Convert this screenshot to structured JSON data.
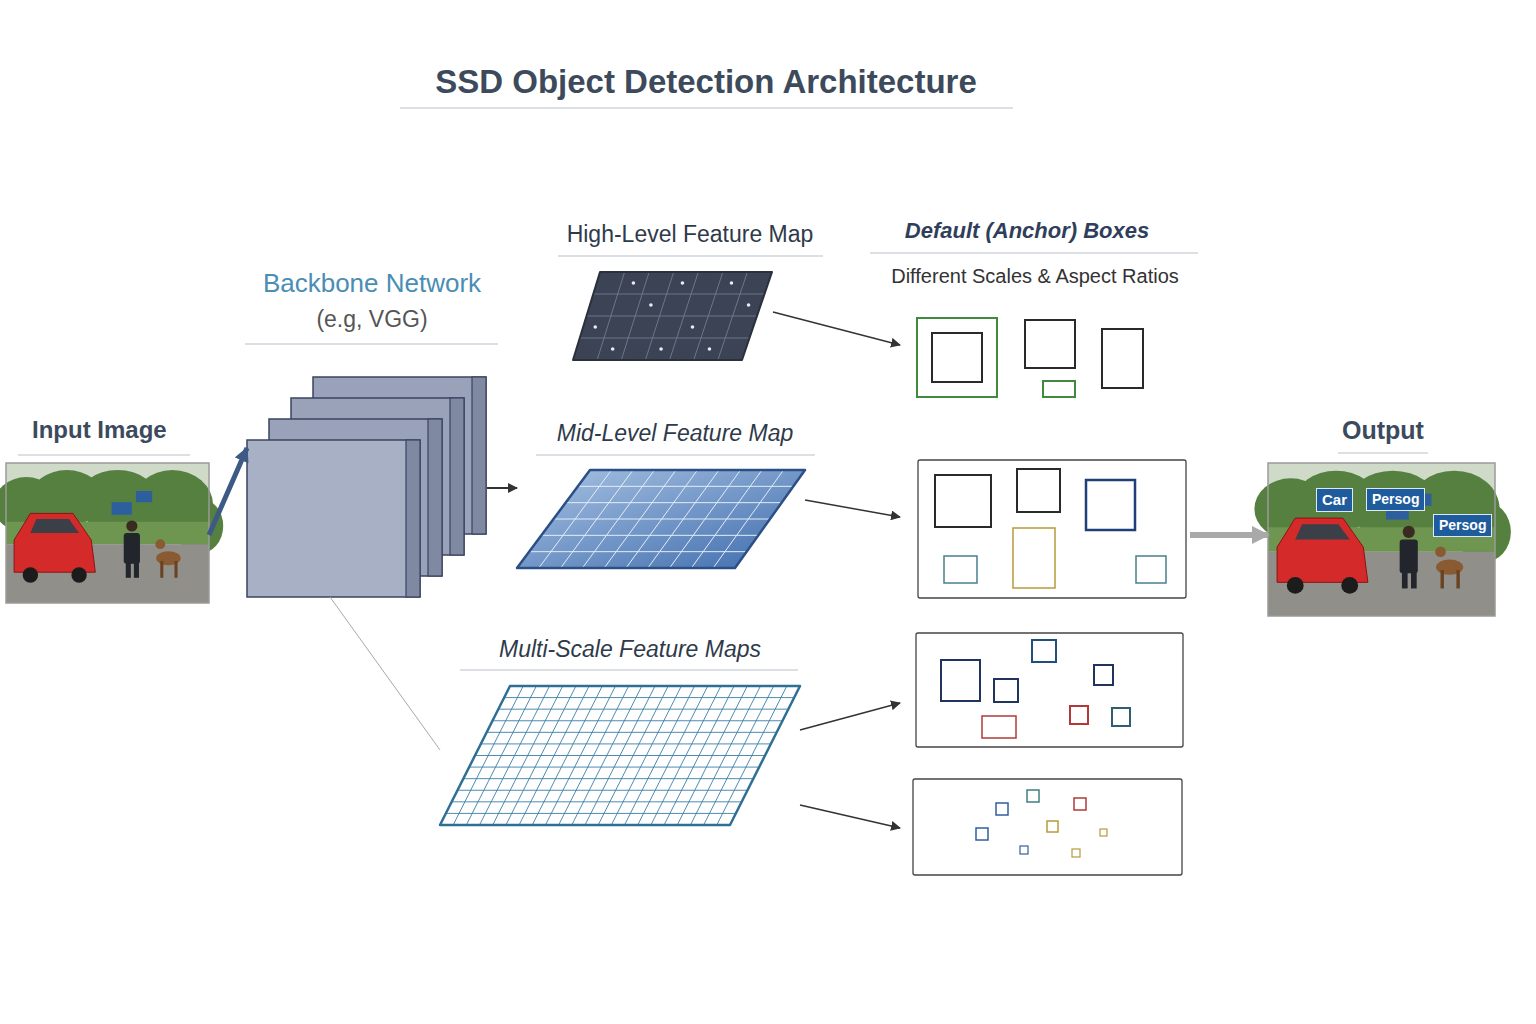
{
  "diagram": {
    "title": "SSD Object Detection Architecture",
    "nodes": [
      {
        "text": [
          "Input Image"
        ]
      },
      {
        "text": [
          "Backbone Network",
          "(e.g, VGG)"
        ]
      },
      {
        "text": [
          "High-Level Feature Map"
        ]
      },
      {
        "text": [
          "Mid-Level Feature Map"
        ]
      },
      {
        "text": [
          "Multi-Scale Feature Maps"
        ]
      },
      {
        "text": [
          "Default (Anchor) Boxes",
          "Different Scales & Aspect Ratios"
        ]
      },
      {
        "text": [
          "Output"
        ]
      }
    ],
    "edges": [
      {
        "from": 0,
        "to": 1,
        "arrow": "to"
      },
      {
        "from": 1,
        "to": 3,
        "arrow": "to"
      },
      {
        "from": 1,
        "to": 4,
        "arrow": "none"
      },
      {
        "from": 2,
        "to": 5,
        "arrow": "to"
      },
      {
        "from": 3,
        "to": 5,
        "arrow": "to"
      },
      {
        "from": 4,
        "to": 5,
        "arrow": "to"
      },
      {
        "from": 4,
        "to": 5,
        "arrow": "to"
      },
      {
        "from": 5,
        "to": 6,
        "arrow": "to"
      }
    ],
    "labels": [
      "Car",
      "Persog",
      "Persog"
    ]
  }
}
